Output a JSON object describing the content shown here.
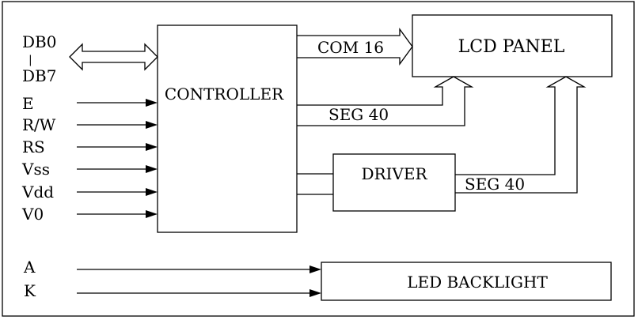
{
  "diagram": {
    "bus_top": "DB0",
    "bus_sep": "|",
    "bus_bottom": "DB7",
    "pins": [
      "E",
      "R/W",
      "RS",
      "Vss",
      "Vdd",
      "V0"
    ],
    "backlight_pins": [
      "A",
      "K"
    ],
    "controller": "CONTROLLER",
    "lcd_panel": "LCD PANEL",
    "driver": "DRIVER",
    "led_backlight": "LED BACKLIGHT",
    "com_label": "COM 16",
    "seg_label_1": "SEG 40",
    "seg_label_2": "SEG 40"
  }
}
